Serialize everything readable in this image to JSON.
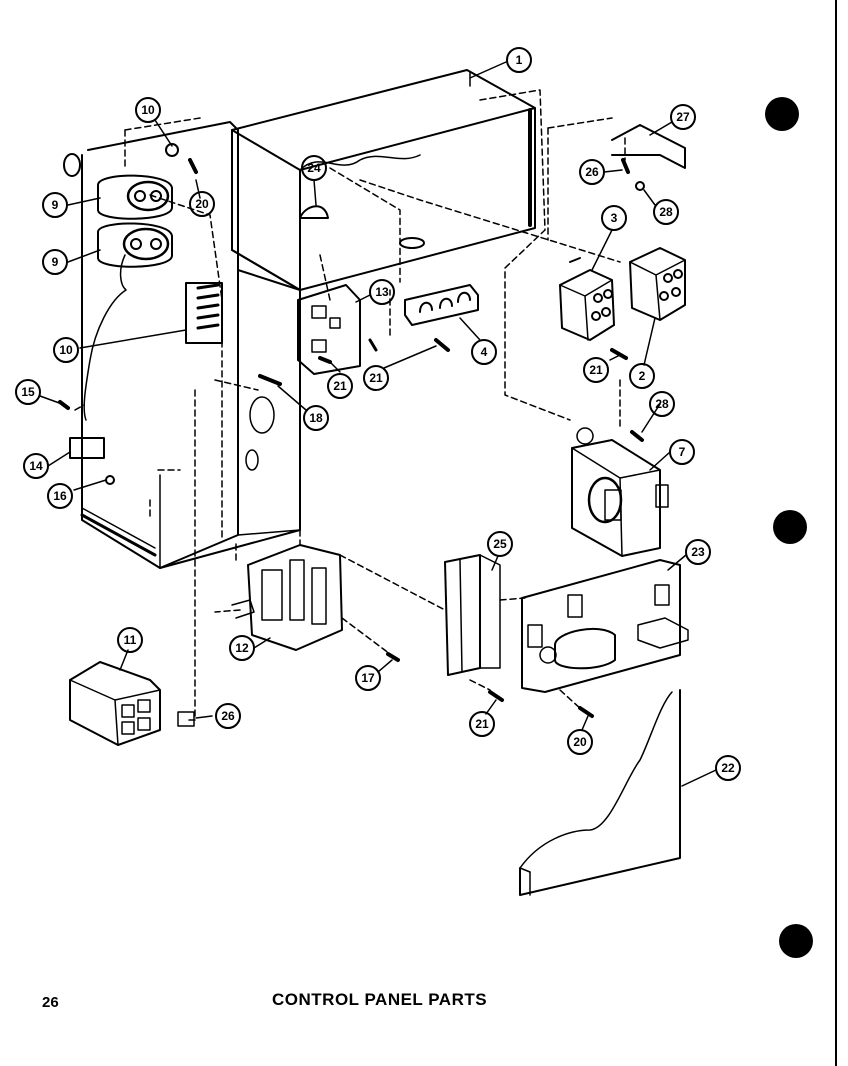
{
  "footer": {
    "page_number": "26",
    "title": "CONTROL PANEL PARTS"
  },
  "callouts": [
    "1",
    "10",
    "9",
    "9",
    "20",
    "24",
    "27",
    "26",
    "28",
    "3",
    "13",
    "4",
    "10",
    "21",
    "21",
    "21",
    "2",
    "15",
    "18",
    "28",
    "7",
    "14",
    "16",
    "25",
    "23",
    "11",
    "12",
    "17",
    "26",
    "21",
    "20",
    "22"
  ],
  "colors": {
    "ink": "#000000",
    "paper": "#ffffff"
  }
}
